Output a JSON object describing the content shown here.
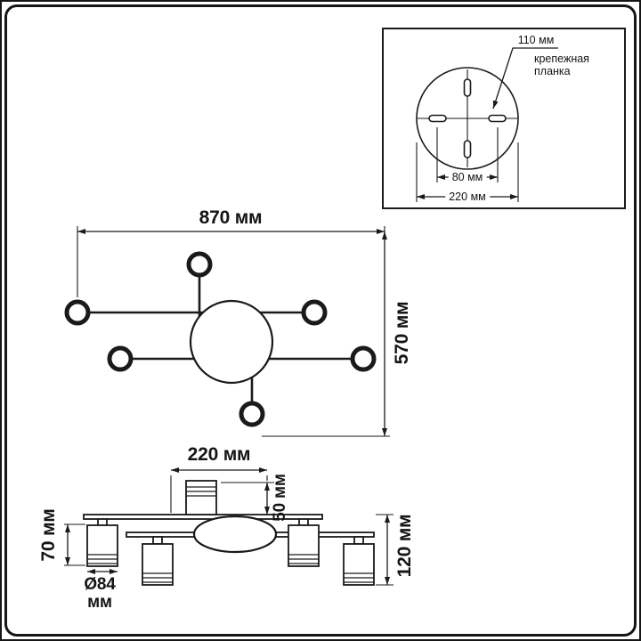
{
  "page": {
    "background": "#ffffff",
    "line_color": "#1a1a1a"
  },
  "inset": {
    "dim_plate_width": "110 мм",
    "plate_label": "крепежная планка",
    "dim_hole_spacing": "80 мм",
    "dim_canopy_width": "220 мм"
  },
  "top_view": {
    "dim_width": "870 мм",
    "dim_depth": "570 мм"
  },
  "side_view": {
    "dim_span": "220 мм",
    "dim_top_lamp_height": "50 мм",
    "dim_lamp_height": "70 мм",
    "dim_overall_height": "120 мм",
    "dim_lamp_diameter": "Ø84 мм"
  }
}
